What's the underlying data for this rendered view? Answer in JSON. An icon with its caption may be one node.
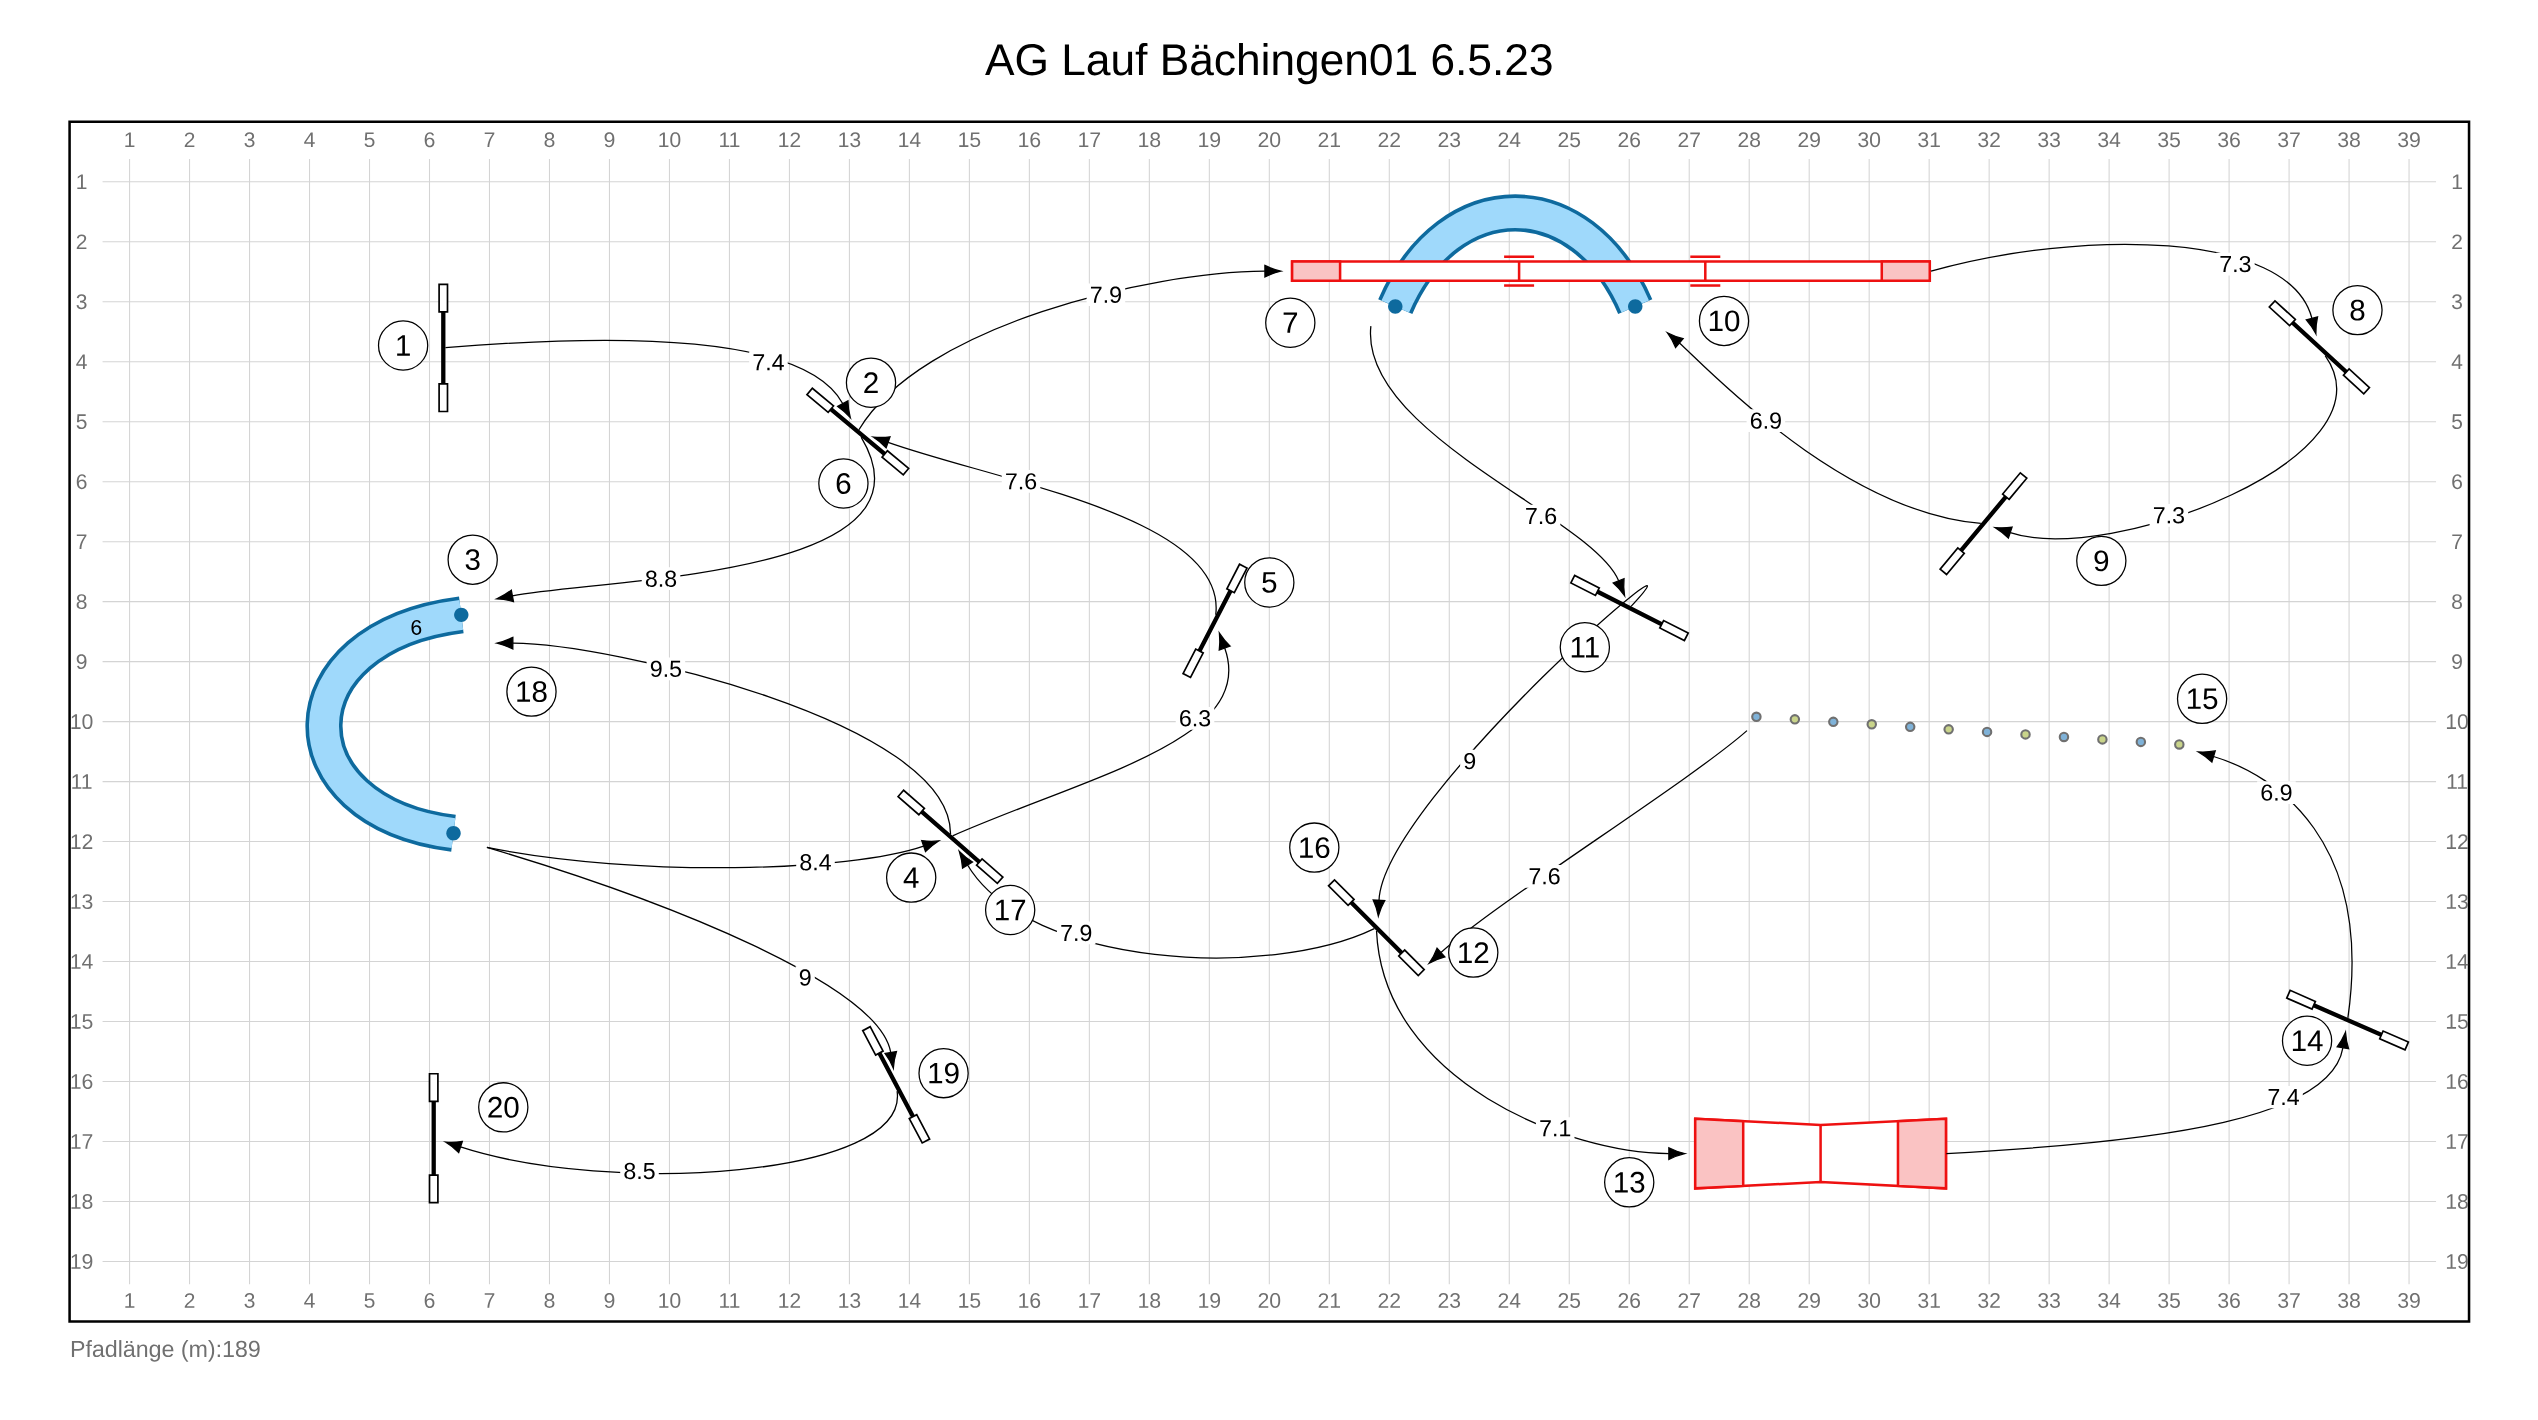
{
  "diagram": {
    "title": "AG Lauf Bächingen01 6.5.23",
    "caption": "Pfadlänge (m):189",
    "nodes": [
      {
        "text": [],
        "shape": "bar",
        "beside": [
          "1"
        ]
      },
      {
        "text": [],
        "shape": "bar",
        "beside": [
          "2",
          "6"
        ]
      },
      {
        "text": [],
        "shape": "tunnel",
        "beside": [
          "3",
          "18"
        ]
      },
      {
        "text": [],
        "shape": "bar",
        "beside": [
          "4",
          "17"
        ]
      },
      {
        "text": [],
        "shape": "bar",
        "beside": [
          "5"
        ]
      },
      {
        "text": [],
        "shape": "plank",
        "beside": [
          "7"
        ]
      },
      {
        "text": [],
        "shape": "bar",
        "beside": [
          "8"
        ]
      },
      {
        "text": [],
        "shape": "bar",
        "beside": [
          "9"
        ]
      },
      {
        "text": [],
        "shape": "tunnel"
      },
      {
        "text": [],
        "shape": "bar",
        "beside": [
          "11"
        ]
      },
      {
        "text": [],
        "shape": "bar",
        "beside": [
          "12",
          "16"
        ]
      },
      {
        "text": [],
        "shape": "ramp",
        "beside": [
          "13"
        ]
      },
      {
        "text": [],
        "shape": "bar",
        "beside": [
          "14"
        ]
      },
      {
        "text": [],
        "shape": "poles",
        "beside": [
          "15"
        ]
      },
      {
        "text": [],
        "shape": "bar",
        "beside": [
          "19"
        ]
      },
      {
        "text": [],
        "shape": "bar",
        "beside": [
          "20"
        ]
      }
    ],
    "edges": [
      {
        "from": 0,
        "to": 1,
        "arrow": "to",
        "label": "7.4"
      },
      {
        "from": 1,
        "to": 2,
        "arrow": "to",
        "label": "8.8"
      },
      {
        "from": 2,
        "to": 3,
        "arrow": "to",
        "label": "8.4"
      },
      {
        "from": 3,
        "to": 4,
        "arrow": "to",
        "label": "6.3"
      },
      {
        "from": 4,
        "to": 1,
        "arrow": "to",
        "label": "7.6"
      },
      {
        "from": 1,
        "to": 5,
        "arrow": "to",
        "label": "7.9"
      },
      {
        "from": 5,
        "to": 6,
        "arrow": "to",
        "label": "7.3"
      },
      {
        "from": 6,
        "to": 7,
        "arrow": "to",
        "label": "7.3"
      },
      {
        "from": 7,
        "to": 8,
        "arrow": "to",
        "label": "6.9"
      },
      {
        "from": 8,
        "to": 9,
        "arrow": "to",
        "label": "7.6"
      },
      {
        "from": 9,
        "to": 10,
        "arrow": "to",
        "label": "9"
      },
      {
        "from": 10,
        "to": 11,
        "arrow": "to",
        "label": "7.1"
      },
      {
        "from": 11,
        "to": 12,
        "arrow": "to",
        "label": "7.4"
      },
      {
        "from": 12,
        "to": 13,
        "arrow": "to",
        "label": "6.9"
      },
      {
        "from": 13,
        "to": 10,
        "arrow": "to",
        "label": "7.6"
      },
      {
        "from": 10,
        "to": 3,
        "arrow": "to",
        "label": "7.9"
      },
      {
        "from": 3,
        "to": 2,
        "arrow": "to",
        "label": "9.5"
      },
      {
        "from": 2,
        "to": 14,
        "arrow": "to",
        "label": "9"
      },
      {
        "from": 14,
        "to": 15,
        "arrow": "to",
        "label": "8.5"
      }
    ],
    "labels": [
      "1",
      "2",
      "3",
      "4",
      "5",
      "6",
      "7",
      "8",
      "9",
      "10",
      "11",
      "12",
      "13",
      "14",
      "15",
      "16",
      "17",
      "18",
      "19",
      "20",
      "21",
      "22",
      "23",
      "24",
      "25",
      "26",
      "27",
      "28",
      "29",
      "30",
      "31",
      "32",
      "33",
      "34",
      "35",
      "36",
      "37",
      "38",
      "39",
      "1",
      "1",
      "2",
      "2",
      "3",
      "3",
      "4",
      "4",
      "5",
      "5",
      "6",
      "6",
      "7",
      "7",
      "8",
      "8",
      "9",
      "9",
      "10",
      "10",
      "11",
      "11",
      "12",
      "12",
      "13",
      "13",
      "14",
      "14",
      "15",
      "15",
      "16",
      "16",
      "17",
      "17",
      "18",
      "18",
      "19",
      "19",
      "1",
      "2",
      "3",
      "4",
      "5",
      "6",
      "7",
      "8",
      "9",
      "10",
      "11",
      "12",
      "13",
      "14",
      "15",
      "16",
      "17",
      "18",
      "19",
      "20",
      "21",
      "22",
      "23",
      "24",
      "25",
      "26",
      "27",
      "28",
      "29",
      "30",
      "31",
      "32",
      "33",
      "34",
      "35",
      "36",
      "37",
      "38",
      "39",
      "6",
      "10"
    ]
  }
}
